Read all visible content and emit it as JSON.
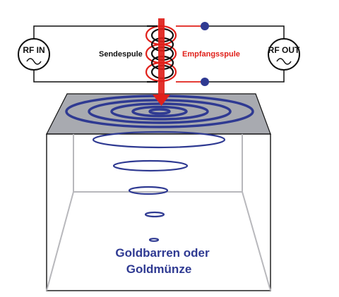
{
  "labels": {
    "rf_in": "RF IN",
    "rf_out": "RF OUT",
    "send_coil": "Sendespule",
    "receive_coil": "Empfangsspule",
    "target_line1": "Goldbarren oder",
    "target_line2": "Goldmünze"
  },
  "colors": {
    "wire": "#111111",
    "receive_coil": "#e0201a",
    "field": "#2f3a92",
    "ground_top": "#a8aab0",
    "box_line": "#b8b8bc"
  },
  "icons": {
    "rf_in": "sine-wave-icon",
    "rf_out": "sine-wave-icon",
    "signal": "red-down-arrow-icon"
  }
}
